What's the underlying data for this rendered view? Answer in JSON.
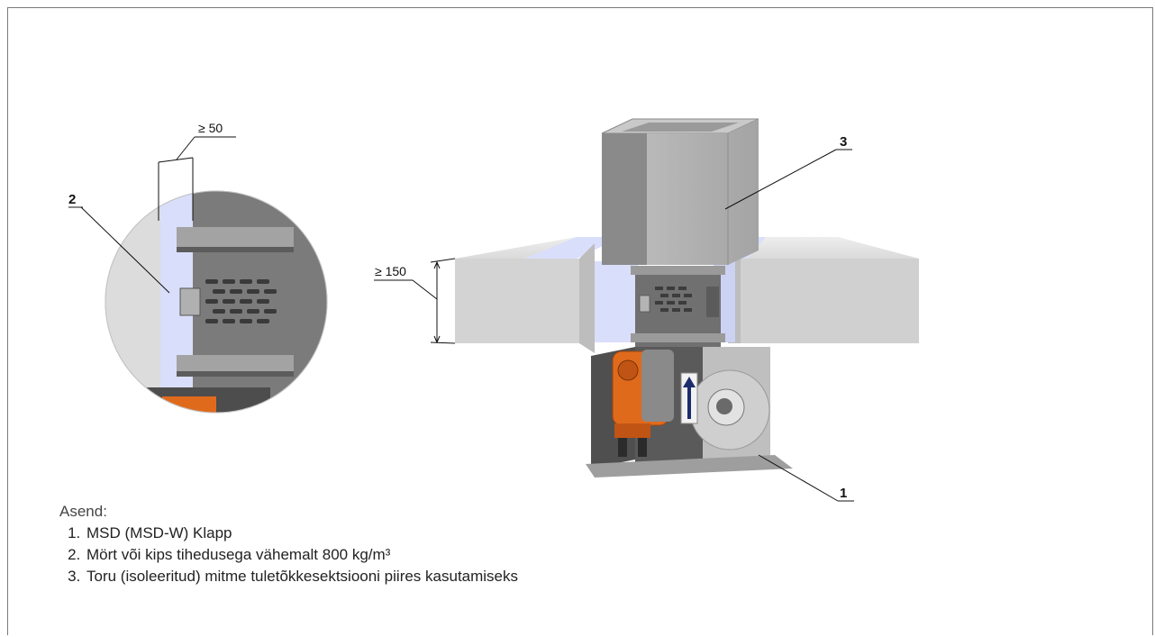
{
  "callouts": {
    "item1": "1",
    "item2": "2",
    "item3": "3"
  },
  "dimensions": {
    "gap": "≥ 50",
    "thickness": "≥ 150"
  },
  "legend": {
    "title": "Asend:",
    "items": [
      "MSD (MSD-W) Klapp",
      "Mört või kips tihedusega vähemalt 800 kg/m³",
      "Toru (isoleeritud) mitme tuletõkkesektsiooni piires kasutamiseks"
    ]
  },
  "colors": {
    "concrete": "#d9d9d9",
    "concrete_shadow": "#bdbdbd",
    "mortar": "#d9defa",
    "steel": "#a9a9a9",
    "steel_dark": "#6e6e6e",
    "actuator": "#e06a1c",
    "arrow": "#1c2d6e"
  }
}
